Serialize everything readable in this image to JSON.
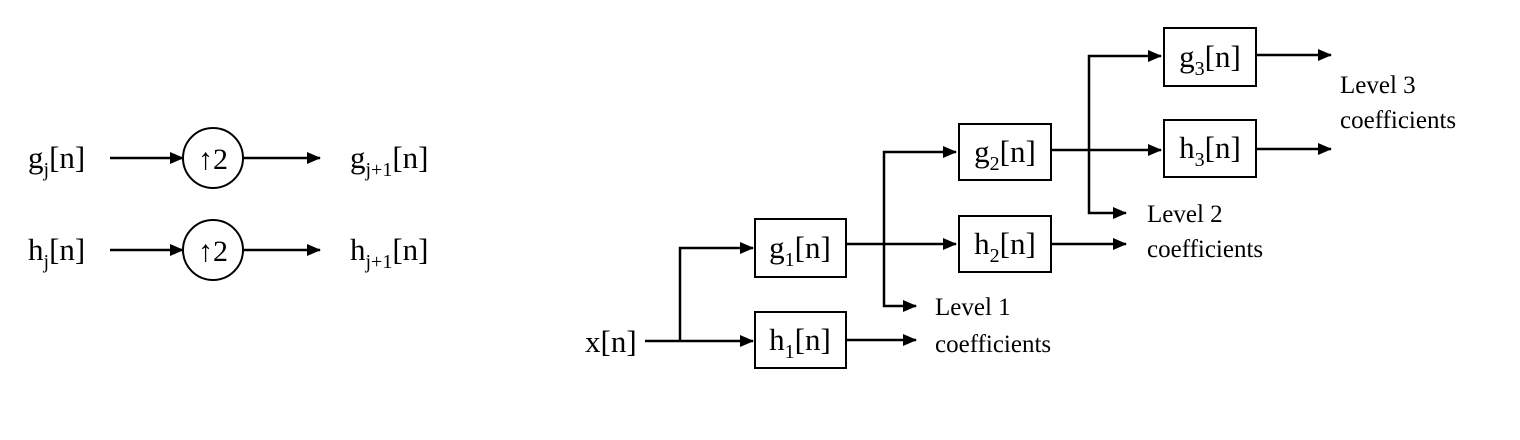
{
  "colors": {
    "stroke": "#000000",
    "background": "#ffffff"
  },
  "upsampling": {
    "op_symbol": "↑2",
    "rows": [
      {
        "in_base": "g",
        "in_sub": "j",
        "out_base": "g",
        "out_sub": "j+1",
        "suffix": "[n]"
      },
      {
        "in_base": "h",
        "in_sub": "j",
        "out_base": "h",
        "out_sub": "j+1",
        "suffix": "[n]"
      }
    ]
  },
  "tree": {
    "input": "x[n]",
    "filters": {
      "g1": {
        "base": "g",
        "sub": "1",
        "suffix": "[n]"
      },
      "h1": {
        "base": "h",
        "sub": "1",
        "suffix": "[n]"
      },
      "g2": {
        "base": "g",
        "sub": "2",
        "suffix": "[n]"
      },
      "h2": {
        "base": "h",
        "sub": "2",
        "suffix": "[n]"
      },
      "g3": {
        "base": "g",
        "sub": "3",
        "suffix": "[n]"
      },
      "h3": {
        "base": "h",
        "sub": "3",
        "suffix": "[n]"
      }
    },
    "outputs": {
      "level1": {
        "line1": "Level 1",
        "line2": "coefficients"
      },
      "level2": {
        "line1": "Level 2",
        "line2": "coefficients"
      },
      "level3": {
        "line1": "Level 3",
        "line2": "coefficients"
      }
    }
  }
}
